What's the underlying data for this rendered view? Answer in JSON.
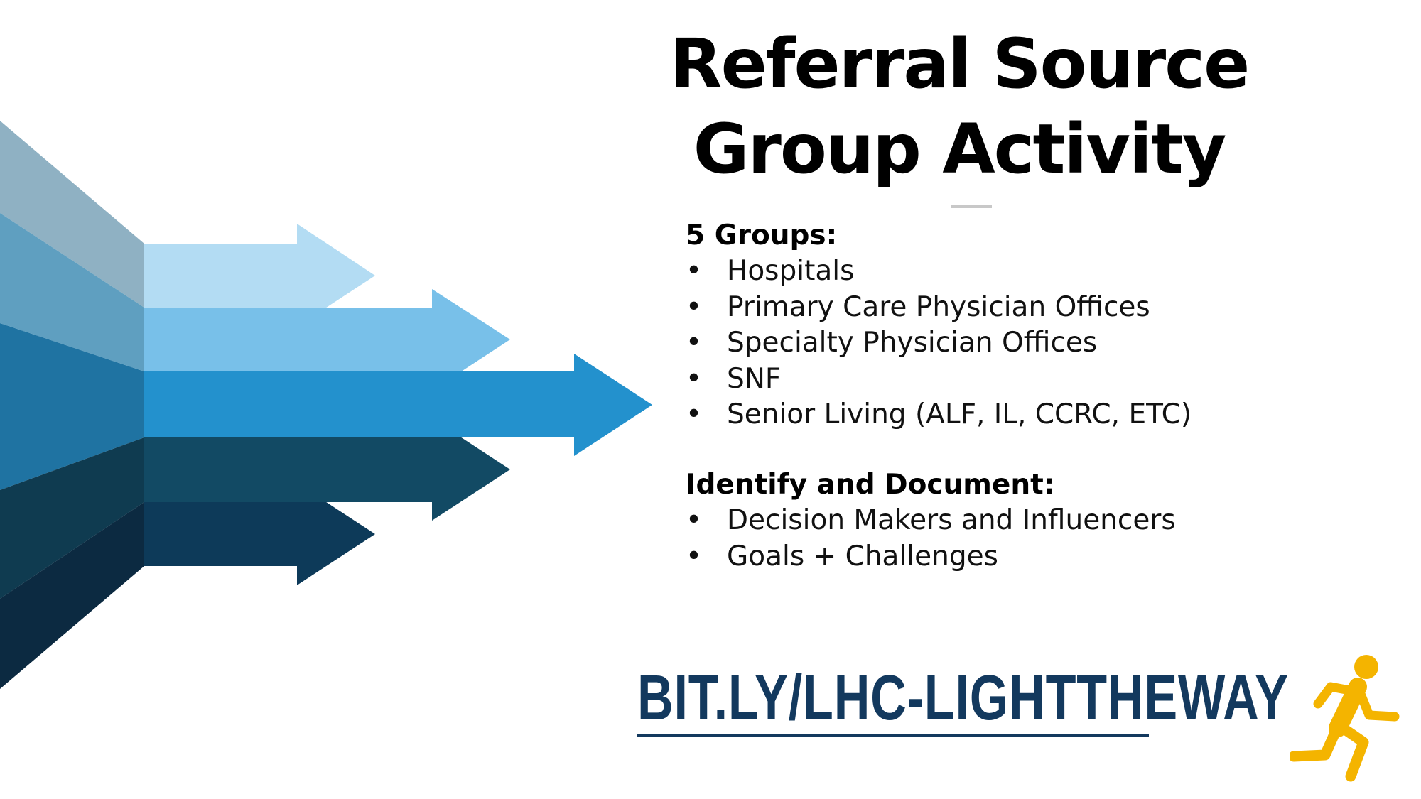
{
  "slide": {
    "title_lines": [
      "Referral Source",
      "Group Activity"
    ],
    "groups": {
      "heading": "5 Groups:",
      "items": [
        "Hospitals",
        "Primary Care Physician Offices",
        "Specialty Physician Offices",
        "SNF",
        "Senior Living (ALF, IL, CCRC, ETC)"
      ]
    },
    "identify": {
      "heading": "Identify and Document:",
      "items": [
        "Decision Makers and Influencers",
        "Goals + Challenges"
      ]
    },
    "link_text": "BIT.LY/LHC-LIGHTTHEWAY",
    "graphic": "converging-arrows-icon",
    "corner_icon": "running-person-icon"
  },
  "colors": {
    "arrow_1": "#b3dcf3",
    "arrow_2": "#78c0e9",
    "arrow_3": "#2391cd",
    "arrow_4": "#124a64",
    "arrow_5": "#0d3a59",
    "link": "#13395e",
    "runner": "#f4b400"
  }
}
